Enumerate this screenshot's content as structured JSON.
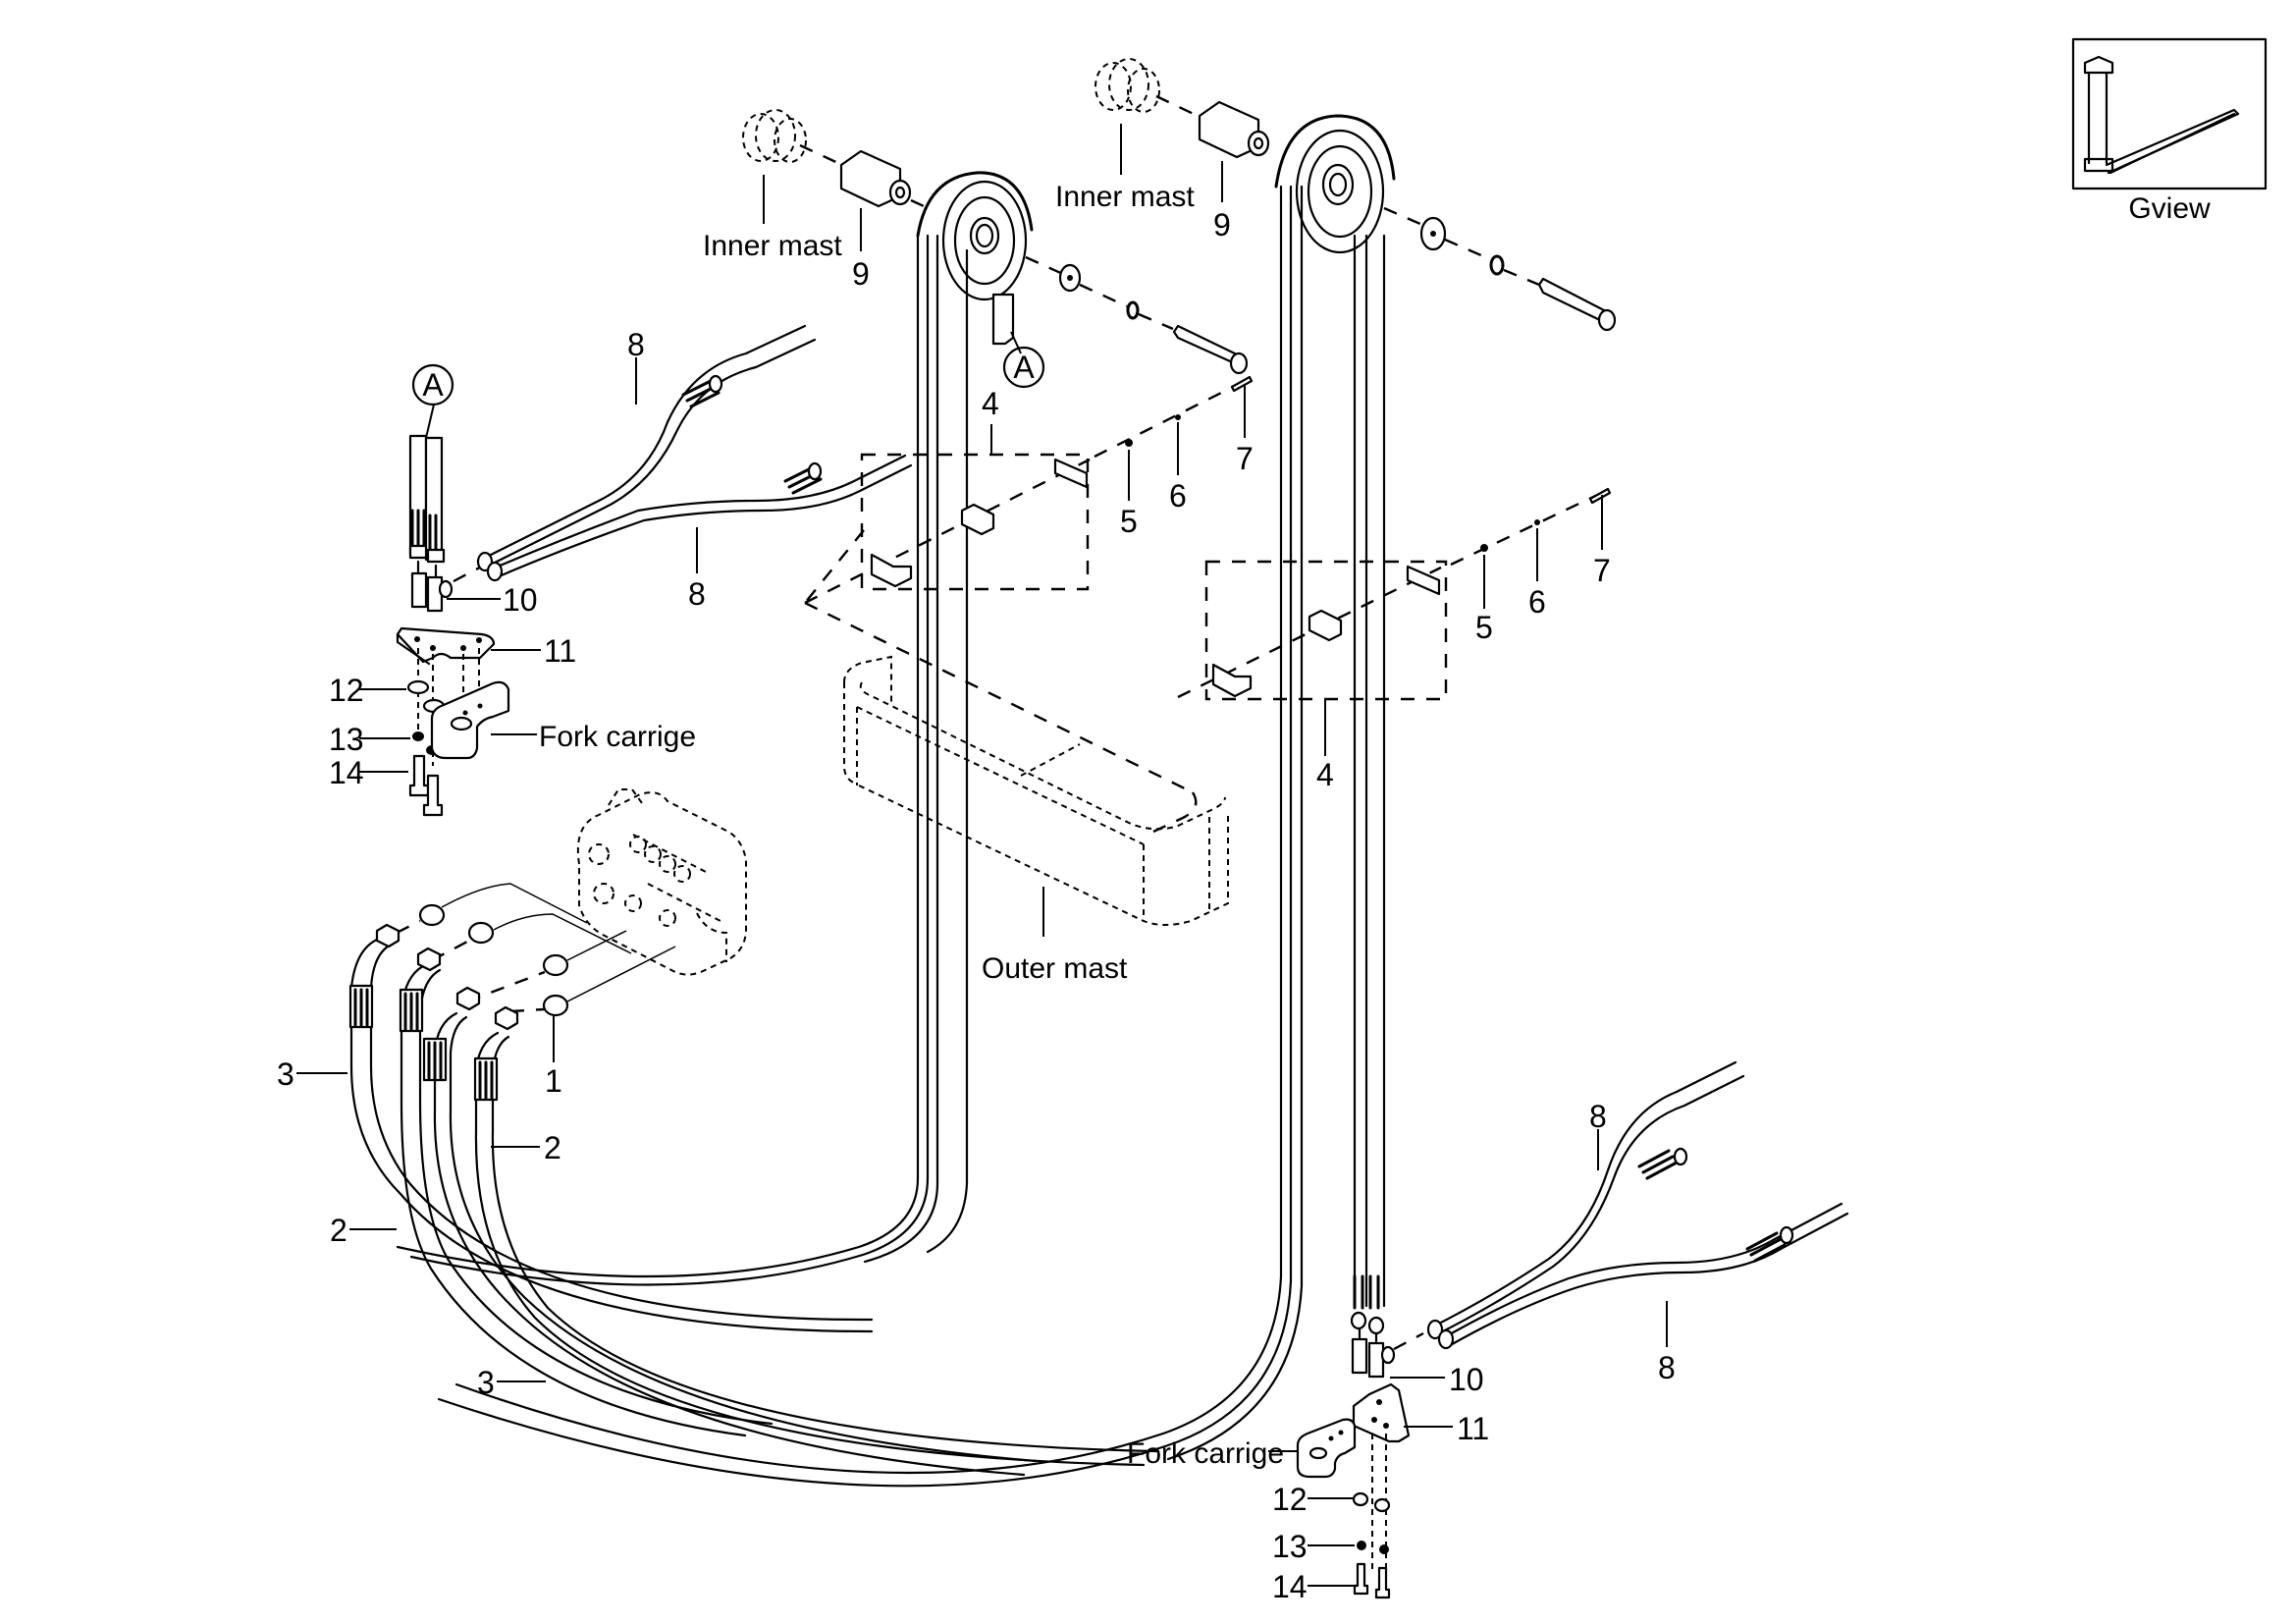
{
  "drawing": {
    "type": "exploded parts diagram",
    "subject": "forklift mast hydraulic hose routing"
  },
  "inset": {
    "caption": "Gview",
    "depicts": "fork"
  },
  "callouts": {
    "inner_mast_left": "Inner mast",
    "inner_mast_right": "Inner mast",
    "outer_mast": "Outer mast",
    "fork_carriage_left": "Fork carrige",
    "fork_carriage_right": "Fork carrige",
    "detail_a_top": "A",
    "detail_a_left": "A"
  },
  "part_numbers": {
    "p1": "1",
    "p2_right": "2",
    "p2_left": "2",
    "p3_top": "3",
    "p3_bottom": "3",
    "p4_left": "4",
    "p4_right": "4",
    "p5_left": "5",
    "p5_right": "5",
    "p6_left": "6",
    "p6_right": "6",
    "p7_left": "7",
    "p7_right": "7",
    "p8_left_top": "8",
    "p8_left_bottom": "8",
    "p8_right_top": "8",
    "p8_right_bottom": "8",
    "p9_left": "9",
    "p9_right": "9",
    "p10_left": "10",
    "p10_right": "10",
    "p11_left": "11",
    "p11_right": "11",
    "p12_left": "12",
    "p12_right": "12",
    "p13_left": "13",
    "p13_right": "13",
    "p14_left": "14",
    "p14_right": "14"
  }
}
